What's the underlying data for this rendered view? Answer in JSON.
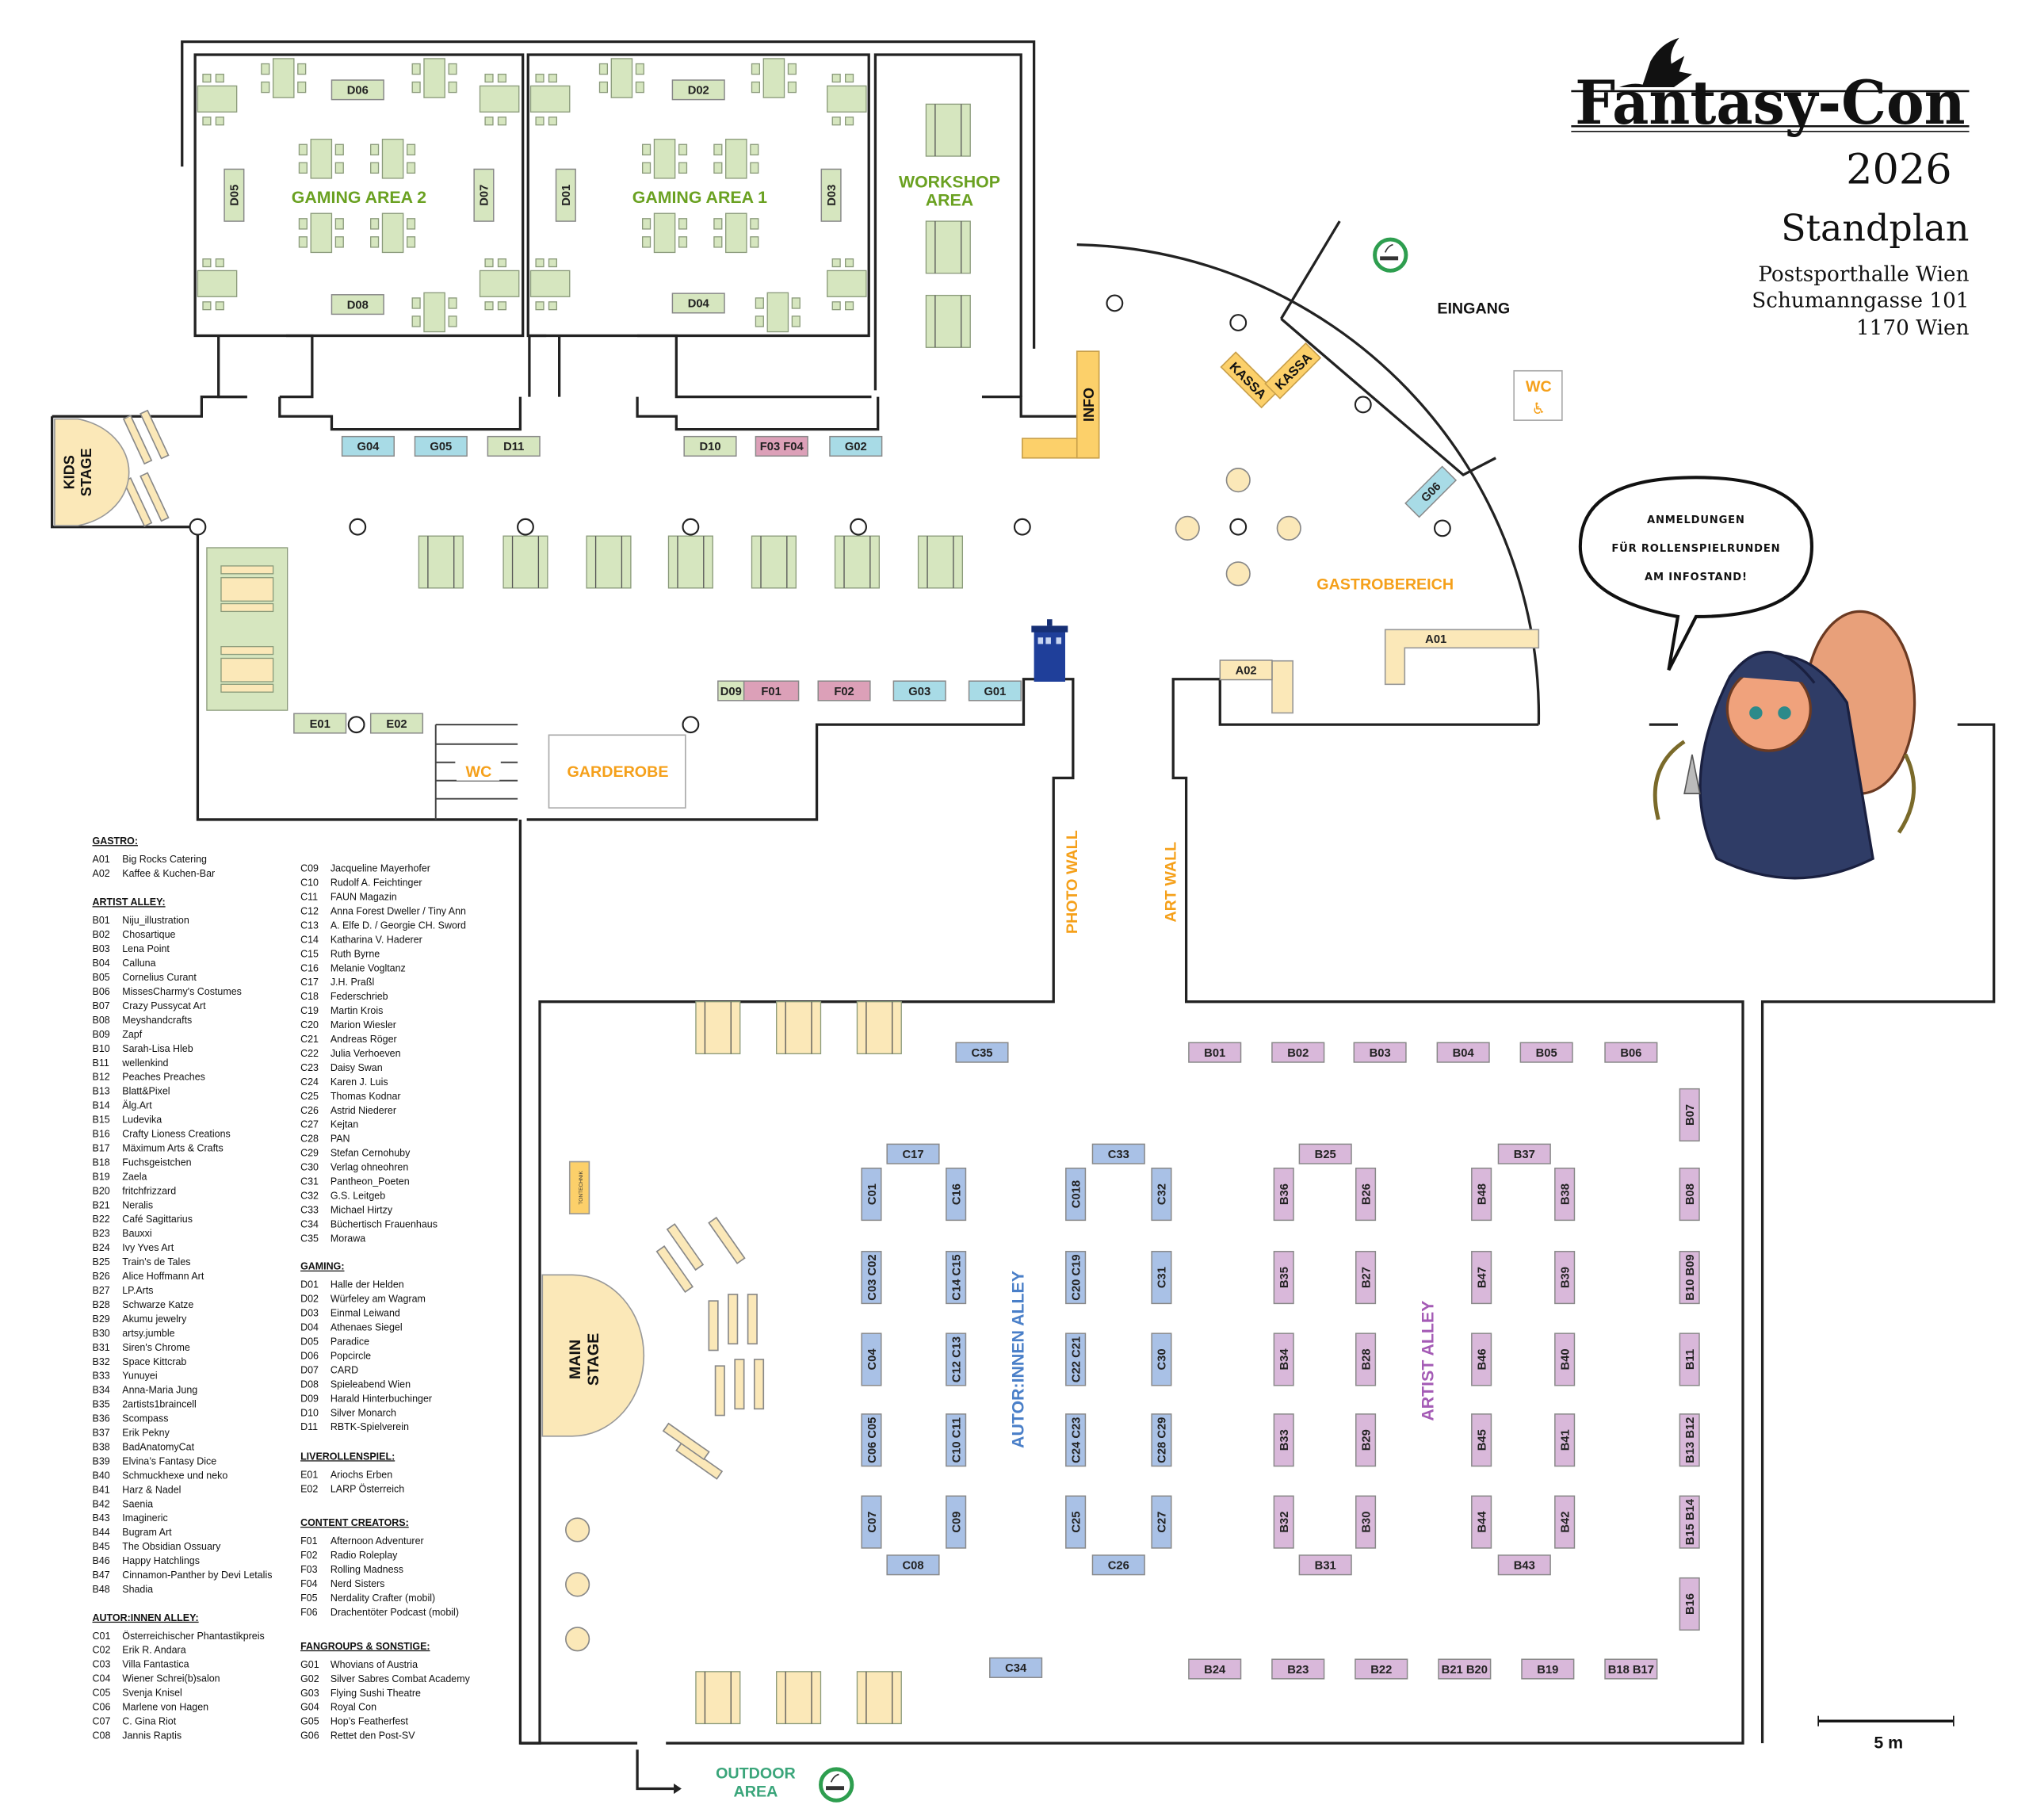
{
  "header": {
    "logo_text": "Fantasy-Con",
    "year": "2026",
    "subtitle": "Standplan",
    "address": [
      "Postsporthalle Wien",
      "Schumanngasse 101",
      "1170 Wien"
    ]
  },
  "areas": {
    "gaming_area_2": "GAMING AREA 2",
    "gaming_area_1": "GAMING AREA 1",
    "workshop_line1": "WORKSHOP",
    "workshop_line2": "AREA",
    "kids_stage_line1": "KIDS",
    "kids_stage_line2": "STAGE",
    "main_stage_line1": "MAIN",
    "main_stage_line2": "STAGE",
    "wc": "WC",
    "wc_gastro": "WC",
    "garderobe": "GARDEROBE",
    "photo_wall": "PHOTO WALL",
    "art_wall": "ART WALL",
    "info": "INFO",
    "kassa": "KASSA",
    "eingang": "EINGANG",
    "gastrobereich": "GASTROBEREICH",
    "autor_alley": "AUTOR:INNEN ALLEY",
    "artist_alley": "ARTIST ALLEY",
    "tontechnik": "TONTECHNIK",
    "outdoor_line1": "OUTDOOR",
    "outdoor_line2": "AREA",
    "scale": "5 m"
  },
  "speech_bubble": [
    "ANMELDUNGEN",
    "FÜR ROLLENSPIELRUNDEN",
    "AM INFOSTAND!"
  ],
  "colors": {
    "artist": "#d9b8da",
    "autor": "#a9c1e6",
    "gaming": "#d6e6bf",
    "fangroup": "#a8dbe6",
    "creator": "#dca0b8",
    "gastro": "#fbe8b8",
    "info": "#fcd06a",
    "green_label": "#6aa121",
    "orange_label": "#f5a01a",
    "autor_label": "#4a7fc8",
    "artist_label": "#a45bb5",
    "outdoor_label": "#3aa57a"
  },
  "booths": [
    "G04",
    "G05",
    "D11",
    "D10",
    "F03 F04",
    "G02",
    "D09",
    "F01",
    "F02",
    "G03",
    "G01",
    "E01",
    "E02",
    "D06",
    "D02",
    "D08",
    "D04",
    "D05",
    "D07",
    "D01",
    "D03",
    "A01",
    "A02",
    "G06",
    "C35",
    "C34",
    "C17",
    "C08",
    "C33",
    "C26",
    "C01",
    "C16",
    "C03 C02",
    "C14 C15",
    "C04",
    "C12 C13",
    "C06 C05",
    "C10 C11",
    "C07",
    "C09",
    "C018",
    "C32",
    "C20 C19",
    "C31",
    "C22 C21",
    "C30",
    "C24 C23",
    "C28 C29",
    "C25",
    "C27",
    "B01",
    "B02",
    "B03",
    "B04",
    "B05",
    "B06",
    "B24",
    "B23",
    "B22",
    "B21 B20",
    "B19",
    "B18 B17",
    "B07",
    "B08",
    "B10 B09",
    "B11",
    "B13 B12",
    "B15 B14",
    "B16",
    "B25",
    "B31",
    "B37",
    "B43",
    "B36",
    "B26",
    "B35",
    "B27",
    "B34",
    "B28",
    "B33",
    "B29",
    "B32",
    "B30",
    "B48",
    "B38",
    "B47",
    "B39",
    "B46",
    "B40",
    "B45",
    "B41",
    "B44",
    "B42"
  ],
  "legend": [
    {
      "heading": "GASTRO:",
      "items": [
        {
          "code": "A01",
          "name": "Big Rocks Catering"
        },
        {
          "code": "A02",
          "name": "Kaffee & Kuchen-Bar"
        }
      ]
    },
    {
      "heading": "ARTIST ALLEY:",
      "items": [
        {
          "code": "B01",
          "name": "Niju_illustration"
        },
        {
          "code": "B02",
          "name": "Chosartique"
        },
        {
          "code": "B03",
          "name": "Lena Point"
        },
        {
          "code": "B04",
          "name": "Calluna"
        },
        {
          "code": "B05",
          "name": "Cornelius Curant"
        },
        {
          "code": "B06",
          "name": "MissesCharmy's Costumes"
        },
        {
          "code": "B07",
          "name": "Crazy Pussycat Art"
        },
        {
          "code": "B08",
          "name": "Meyshandcrafts"
        },
        {
          "code": "B09",
          "name": "Zapf"
        },
        {
          "code": "B10",
          "name": "Sarah-Lisa Hleb"
        },
        {
          "code": "B11",
          "name": "wellenkind"
        },
        {
          "code": "B12",
          "name": "Peaches Preaches"
        },
        {
          "code": "B13",
          "name": "Blatt&Pixel"
        },
        {
          "code": "B14",
          "name": "Älg.Art"
        },
        {
          "code": "B15",
          "name": "Ludevika"
        },
        {
          "code": "B16",
          "name": "Crafty Lioness Creations"
        },
        {
          "code": "B17",
          "name": "Mäximum Arts & Crafts"
        },
        {
          "code": "B18",
          "name": "Fuchsgeistchen"
        },
        {
          "code": "B19",
          "name": "Zaela"
        },
        {
          "code": "B20",
          "name": "fritchfrizzard"
        },
        {
          "code": "B21",
          "name": "Neralis"
        },
        {
          "code": "B22",
          "name": "Café Sagittarius"
        },
        {
          "code": "B23",
          "name": "Bauxxi"
        },
        {
          "code": "B24",
          "name": "Ivy Yves Art"
        },
        {
          "code": "B25",
          "name": "Train's de Tales"
        },
        {
          "code": "B26",
          "name": "Alice Hoffmann Art"
        },
        {
          "code": "B27",
          "name": "LP.Arts"
        },
        {
          "code": "B28",
          "name": "Schwarze Katze"
        },
        {
          "code": "B29",
          "name": "Akumu jewelry"
        },
        {
          "code": "B30",
          "name": "artsy.jumble"
        },
        {
          "code": "B31",
          "name": "Siren's Chrome"
        },
        {
          "code": "B32",
          "name": "Space Kittcrab"
        },
        {
          "code": "B33",
          "name": "Yunuyei"
        },
        {
          "code": "B34",
          "name": "Anna-Maria Jung"
        },
        {
          "code": "B35",
          "name": "2artists1braincell"
        },
        {
          "code": "B36",
          "name": "Scompass"
        },
        {
          "code": "B37",
          "name": "Erik Pekny"
        },
        {
          "code": "B38",
          "name": "BadAnatomyCat"
        },
        {
          "code": "B39",
          "name": "Elvina’s Fantasy Dice"
        },
        {
          "code": "B40",
          "name": "Schmuckhexe und neko"
        },
        {
          "code": "B41",
          "name": "Harz & Nadel"
        },
        {
          "code": "B42",
          "name": "Saenia"
        },
        {
          "code": "B43",
          "name": "Imagineric"
        },
        {
          "code": "B44",
          "name": "Bugram Art"
        },
        {
          "code": "B45",
          "name": "The Obsidian Ossuary"
        },
        {
          "code": "B46",
          "name": "Happy Hatchlings"
        },
        {
          "code": "B47",
          "name": "Cinnamon-Panther by Devi Letalis"
        },
        {
          "code": "B48",
          "name": "Shadia"
        }
      ]
    },
    {
      "heading": "AUTOR:INNEN ALLEY:",
      "items": [
        {
          "code": "C01",
          "name": "Österreichischer Phantastikpreis"
        },
        {
          "code": "C02",
          "name": "Erik R. Andara"
        },
        {
          "code": "C03",
          "name": "Villa Fantastica"
        },
        {
          "code": "C04",
          "name": "Wiener Schrei(b)salon"
        },
        {
          "code": "C05",
          "name": "Svenja Knisel"
        },
        {
          "code": "C06",
          "name": "Marlene von Hagen"
        },
        {
          "code": "C07",
          "name": "C. Gina Riot"
        },
        {
          "code": "C08",
          "name": "Jannis Raptis"
        },
        {
          "code": "C09",
          "name": "Jacqueline Mayerhofer"
        },
        {
          "code": "C10",
          "name": "Rudolf A. Feichtinger"
        },
        {
          "code": "C11",
          "name": "FAUN Magazin"
        },
        {
          "code": "C12",
          "name": "Anna Forest Dweller / Tiny Ann"
        },
        {
          "code": "C13",
          "name": "A. Elfe D. / Georgie CH. Sword"
        },
        {
          "code": "C14",
          "name": "Katharina V. Haderer"
        },
        {
          "code": "C15",
          "name": "Ruth Byrne"
        },
        {
          "code": "C16",
          "name": "Melanie Vogltanz"
        },
        {
          "code": "C17",
          "name": "J.H. Praßl"
        },
        {
          "code": "C18",
          "name": "Federschrieb"
        },
        {
          "code": "C19",
          "name": "Martin Krois"
        },
        {
          "code": "C20",
          "name": "Marion Wiesler"
        },
        {
          "code": "C21",
          "name": "Andreas Röger"
        },
        {
          "code": "C22",
          "name": "Julia Verhoeven"
        },
        {
          "code": "C23",
          "name": "Daisy Swan"
        },
        {
          "code": "C24",
          "name": "Karen J. Luis"
        },
        {
          "code": "C25",
          "name": "Thomas Kodnar"
        },
        {
          "code": "C26",
          "name": "Astrid Niederer"
        },
        {
          "code": "C27",
          "name": "Kejtan"
        },
        {
          "code": "C28",
          "name": "PAN"
        },
        {
          "code": "C29",
          "name": "Stefan Cernohuby"
        },
        {
          "code": "C30",
          "name": "Verlag ohneohren"
        },
        {
          "code": "C31",
          "name": "Pantheon_Poeten"
        },
        {
          "code": "C32",
          "name": "G.S. Leitgeb"
        },
        {
          "code": "C33",
          "name": "Michael Hirtzy"
        },
        {
          "code": "C34",
          "name": "Büchertisch Frauenhaus"
        },
        {
          "code": "C35",
          "name": "Morawa"
        }
      ]
    },
    {
      "heading": "GAMING:",
      "items": [
        {
          "code": "D01",
          "name": "Halle der Helden"
        },
        {
          "code": "D02",
          "name": "Würfeley am Wagram"
        },
        {
          "code": "D03",
          "name": "Einmal Leiwand"
        },
        {
          "code": "D04",
          "name": "Athenaes Siegel"
        },
        {
          "code": "D05",
          "name": "Paradice"
        },
        {
          "code": "D06",
          "name": "Popcircle"
        },
        {
          "code": "D07",
          "name": "CARD"
        },
        {
          "code": "D08",
          "name": "Spieleabend Wien"
        },
        {
          "code": "D09",
          "name": "Harald Hinterbuchinger"
        },
        {
          "code": "D10",
          "name": "Silver Monarch"
        },
        {
          "code": "D11",
          "name": "RBTK-Spielverein"
        }
      ]
    },
    {
      "heading": "LIVEROLLENSPIEL:",
      "items": [
        {
          "code": "E01",
          "name": "Ariochs Erben"
        },
        {
          "code": "E02",
          "name": "LARP Österreich"
        }
      ]
    },
    {
      "heading": "CONTENT CREATORS:",
      "items": [
        {
          "code": "F01",
          "name": "Afternoon Adventurer"
        },
        {
          "code": "F02",
          "name": "Radio Roleplay"
        },
        {
          "code": "F03",
          "name": "Rolling Madness"
        },
        {
          "code": "F04",
          "name": "Nerd Sisters"
        },
        {
          "code": "F05",
          "name": "Nerdality Crafter (mobil)"
        },
        {
          "code": "F06",
          "name": "Drachentöter Podcast (mobil)"
        }
      ]
    },
    {
      "heading": "FANGROUPS & SONSTIGE:",
      "items": [
        {
          "code": "G01",
          "name": "Whovians of Austria"
        },
        {
          "code": "G02",
          "name": "Silver Sabres Combat Academy"
        },
        {
          "code": "G03",
          "name": "Flying Sushi Theatre"
        },
        {
          "code": "G04",
          "name": "Royal Con"
        },
        {
          "code": "G05",
          "name": "Hop’s Featherfest"
        },
        {
          "code": "G06",
          "name": "Rettet den Post-SV"
        }
      ]
    }
  ]
}
